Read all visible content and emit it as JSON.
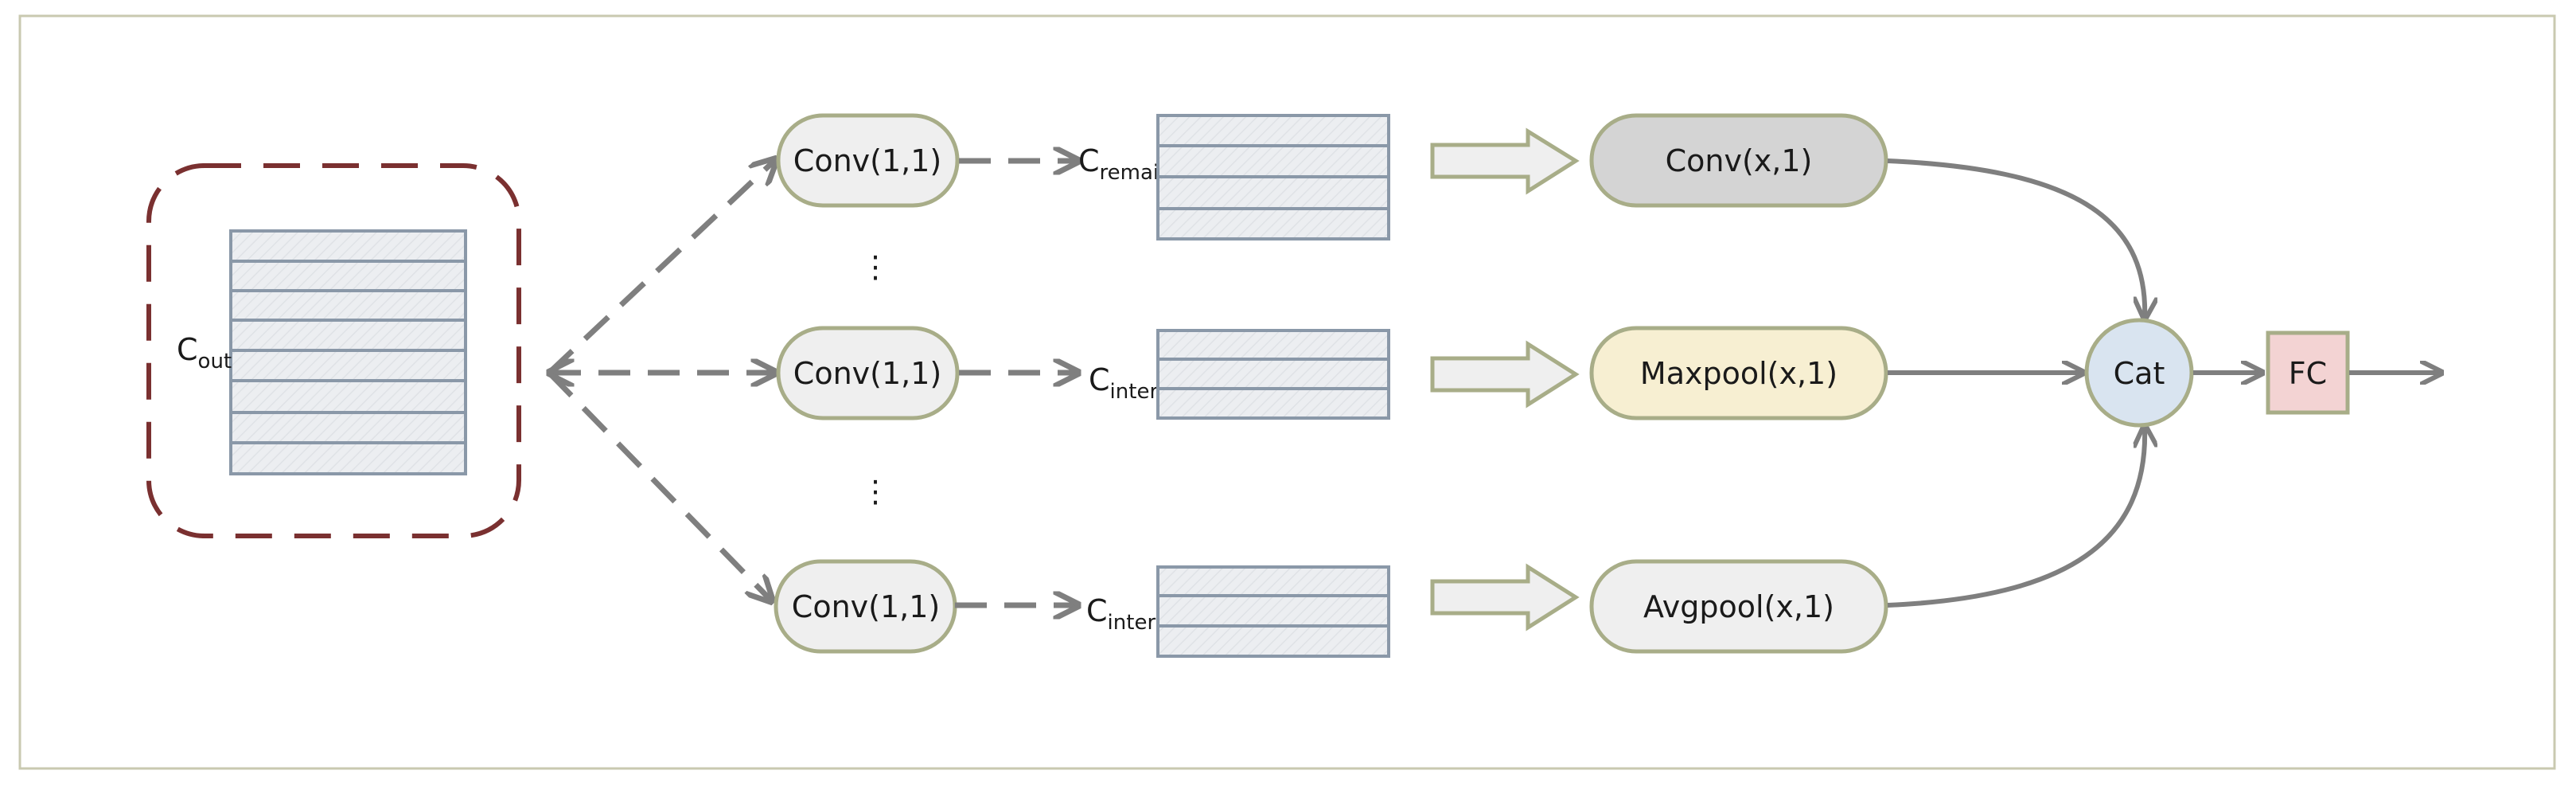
{
  "diagram": {
    "input": {
      "label_main": "C",
      "label_sub": "out"
    },
    "branches": [
      {
        "conv_label": "Conv(1,1)",
        "channel_main": "C",
        "channel_sub": "remain",
        "op_label": "Conv(x,1)",
        "op_color": "#d4d4d4"
      },
      {
        "conv_label": "Conv(1,1)",
        "channel_main": "C",
        "channel_sub": "inter",
        "op_label": "Maxpool(x,1)",
        "op_color": "#f7efd2"
      },
      {
        "conv_label": "Conv(1,1)",
        "channel_main": "C",
        "channel_sub": "inter",
        "op_label": "Avgpool(x,1)",
        "op_color": "#efefef"
      }
    ],
    "ellipsis": [
      "⋮",
      "⋮"
    ],
    "concat": {
      "label": "Cat",
      "color": "#d9e4f0"
    },
    "fc": {
      "label": "FC",
      "color": "#f3d3d3"
    },
    "colors": {
      "frame": "#c9c9b0",
      "dashed_group": "#7a3030",
      "node_border": "#a8ad88",
      "node_fill": "#efefef",
      "arrow": "#7f7f7f",
      "stack_border": "#8a98a8",
      "stack_fill": "#e9ecef"
    }
  }
}
